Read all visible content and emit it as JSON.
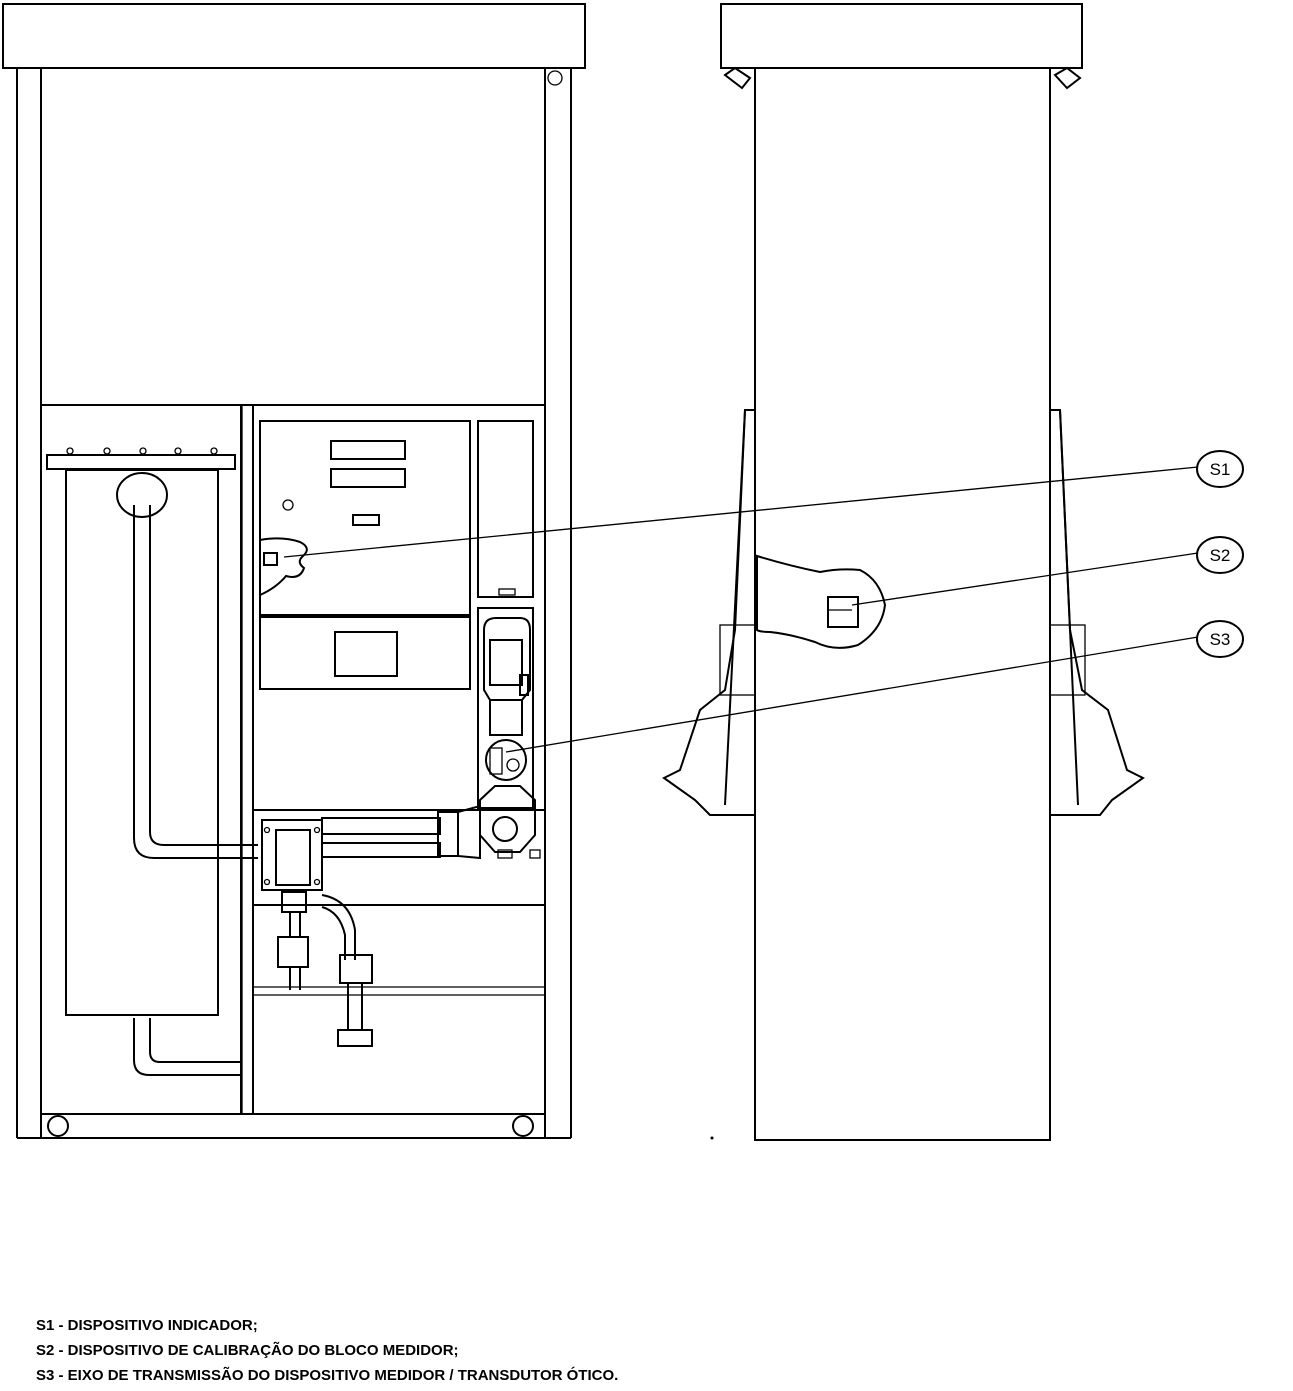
{
  "callouts": [
    {
      "id": "S1",
      "label": "S1"
    },
    {
      "id": "S2",
      "label": "S2"
    },
    {
      "id": "S3",
      "label": "S3"
    }
  ],
  "legend": [
    "S1 - DISPOSITIVO INDICADOR;",
    "S2 - DISPOSITIVO DE CALIBRAÇÃO DO BLOCO MEDIDOR;",
    "S3 - EIXO DE TRANSMISSÃO DO DISPOSITIVO MEDIDOR / TRANSDUTOR ÓTICO."
  ]
}
